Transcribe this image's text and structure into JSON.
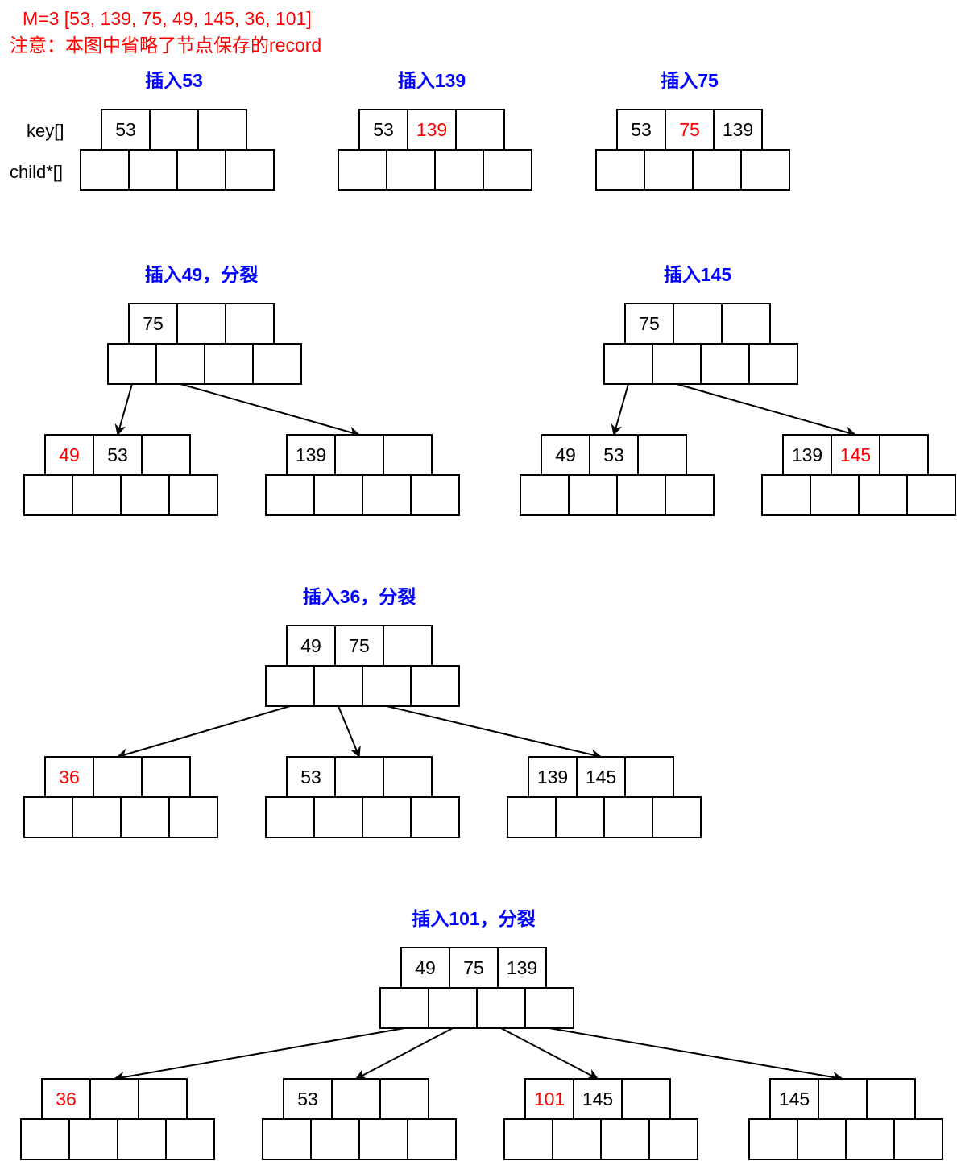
{
  "header": {
    "sequence_line": "M=3 [53, 139, 75, 49, 145, 36, 101]",
    "note_line": "注意：本图中省略了节点保存的record",
    "text_color": "#ff0000"
  },
  "labels": {
    "key_label": "key[]",
    "child_label": "child*[]"
  },
  "colors": {
    "title": "#0000ff",
    "new_key": "#ff0000",
    "key": "#000000",
    "outline": "#000000"
  },
  "diagrams": [
    {
      "title": "插入53",
      "nodes": [
        {
          "keys": [
            "53",
            "",
            ""
          ],
          "new_index": -1
        }
      ],
      "edges": []
    },
    {
      "title": "插入139",
      "nodes": [
        {
          "keys": [
            "53",
            "139",
            ""
          ],
          "new_index": 1
        }
      ],
      "edges": []
    },
    {
      "title": "插入75",
      "nodes": [
        {
          "keys": [
            "53",
            "75",
            "139"
          ],
          "new_index": 1
        }
      ],
      "edges": []
    },
    {
      "title": "插入49，分裂",
      "nodes": [
        {
          "keys": [
            "75",
            "",
            ""
          ],
          "new_index": -1
        },
        {
          "keys": [
            "49",
            "53",
            ""
          ],
          "new_index": 0
        },
        {
          "keys": [
            "139",
            "",
            ""
          ],
          "new_index": -1
        }
      ],
      "edges": [
        {
          "from": 0,
          "slot": 0,
          "to": 1
        },
        {
          "from": 0,
          "slot": 1,
          "to": 2
        }
      ]
    },
    {
      "title": "插入145",
      "nodes": [
        {
          "keys": [
            "75",
            "",
            ""
          ],
          "new_index": -1
        },
        {
          "keys": [
            "49",
            "53",
            ""
          ],
          "new_index": -1
        },
        {
          "keys": [
            "139",
            "145",
            ""
          ],
          "new_index": 1
        }
      ],
      "edges": [
        {
          "from": 0,
          "slot": 0,
          "to": 1
        },
        {
          "from": 0,
          "slot": 1,
          "to": 2
        }
      ]
    },
    {
      "title": "插入36，分裂",
      "nodes": [
        {
          "keys": [
            "49",
            "75",
            ""
          ],
          "new_index": -1
        },
        {
          "keys": [
            "36",
            "",
            ""
          ],
          "new_index": 0
        },
        {
          "keys": [
            "53",
            "",
            ""
          ],
          "new_index": -1
        },
        {
          "keys": [
            "139",
            "145",
            ""
          ],
          "new_index": -1
        }
      ],
      "edges": [
        {
          "from": 0,
          "slot": 0,
          "to": 1
        },
        {
          "from": 0,
          "slot": 1,
          "to": 2
        },
        {
          "from": 0,
          "slot": 2,
          "to": 3
        }
      ]
    },
    {
      "title": "插入101，分裂",
      "nodes": [
        {
          "keys": [
            "49",
            "75",
            "139"
          ],
          "new_index": -1
        },
        {
          "keys": [
            "36",
            "",
            ""
          ],
          "new_index": 0
        },
        {
          "keys": [
            "53",
            "",
            ""
          ],
          "new_index": -1
        },
        {
          "keys": [
            "101",
            "145",
            ""
          ],
          "new_index": 0
        },
        {
          "keys": [
            "145",
            "",
            ""
          ],
          "new_index": -1
        }
      ],
      "edges": [
        {
          "from": 0,
          "slot": 0,
          "to": 1
        },
        {
          "from": 0,
          "slot": 1,
          "to": 2
        },
        {
          "from": 0,
          "slot": 2,
          "to": 3
        },
        {
          "from": 0,
          "slot": 3,
          "to": 4
        }
      ]
    }
  ]
}
